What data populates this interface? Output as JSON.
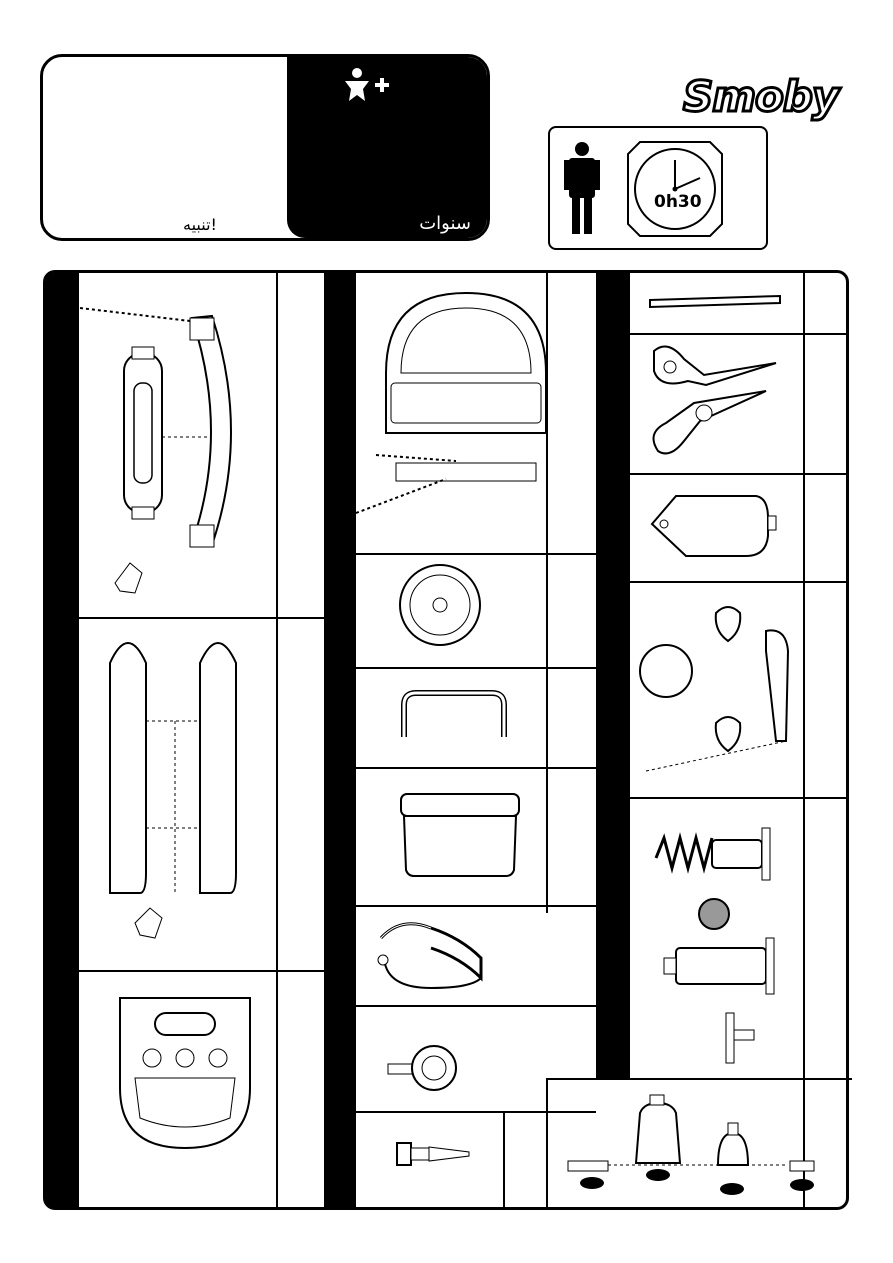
{
  "warning_box": {
    "warning_text": "تنبيه!",
    "years_text": "سنوات",
    "child_icon": "child-plus-icon"
  },
  "assembly_info": {
    "person_icon": "adult-person-icon",
    "time_text": "0h30"
  },
  "brand": {
    "logo_text": "Smoby"
  },
  "parts": [
    {
      "name": "handle-bar",
      "col": 1
    },
    {
      "name": "side-rails",
      "col": 1
    },
    {
      "name": "front-panel-smoby",
      "col": 1
    },
    {
      "name": "walker-seat-frame",
      "col": 2
    },
    {
      "name": "round-disc",
      "col": 2
    },
    {
      "name": "u-shaped-bar",
      "col": 2
    },
    {
      "name": "storage-bin",
      "col": 2
    },
    {
      "name": "stethoscope",
      "col": 2
    },
    {
      "name": "round-knob",
      "col": 2
    },
    {
      "name": "syringe-tip",
      "col": 2
    },
    {
      "name": "rod",
      "col": 3
    },
    {
      "name": "scissors",
      "col": 3
    },
    {
      "name": "tag-board",
      "col": 3
    },
    {
      "name": "mirror-and-brush",
      "col": 3
    },
    {
      "name": "spring-pump",
      "col": 3
    },
    {
      "name": "bell-weights",
      "col": 3
    }
  ]
}
